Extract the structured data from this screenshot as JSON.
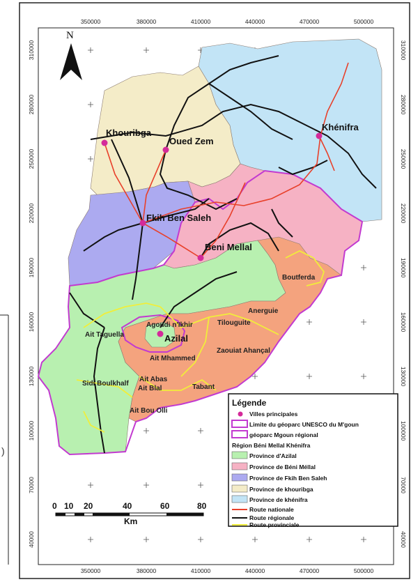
{
  "north_label": "N",
  "top_ticks": [
    "350000",
    "380000",
    "410000",
    "440000",
    "470000",
    "500000"
  ],
  "bottom_ticks": [
    "350000",
    "380000",
    "410000",
    "440000",
    "470000",
    "500000"
  ],
  "left_ticks": [
    "310000",
    "280000",
    "250000",
    "220000",
    "190000",
    "160000",
    "130000",
    "100000",
    "70000",
    "40000"
  ],
  "right_ticks": [
    "310000",
    "280000",
    "250000",
    "220000",
    "190000",
    "160000",
    "130000",
    "100000",
    "70000",
    "40000"
  ],
  "cities": {
    "khouribga": "Khouribga",
    "oued_zem": "Oued Zem",
    "khenifra": "Khénifra",
    "fkih": "Fkih Ben Saleh",
    "beni_mellal": "Beni Mellal",
    "azilal": "Azilal"
  },
  "places": {
    "boutferda": "Boutferda",
    "anerguie": "Anerguie",
    "tilouguite": "Tilouguite",
    "agoudi": "Agoudi n'Ikhir",
    "ait_taguella": "Ait Taguella",
    "zaouiat": "Zaouiat Ahançal",
    "ait_mhammed": "Ait Mhammed",
    "ait_abas": "Ait  Abas",
    "ait_blal": "Ait Blal",
    "sidi_boulkhalf": "Sidi Boulkhalf",
    "tabant": "Tabant",
    "ait_bou_olli": "Ait Bou Olli"
  },
  "scale": {
    "labels": [
      "0",
      "10",
      "20",
      "40",
      "60",
      "80"
    ],
    "unit": "Km"
  },
  "legend": {
    "title": "Légende",
    "villes": "Villes principales",
    "unesco": "Limite du géoparc UNESCO du M'goun",
    "regional": "géoparc Mgoun régional",
    "region": "Région Béni Mellal Khénifra",
    "azilal": "Province d'Azilal",
    "beni_mellal": "Province de Béni Méllal",
    "fkih": "Province de Fkih Ben Saleh",
    "khouribga": "Province de khouribga",
    "khenifra": "Province de khénifra",
    "route_nationale": "Route nationale",
    "route_regionale": "Route régionale",
    "route_provinciale": "Route provinciale"
  },
  "colors": {
    "azilal": "#b8f0b0",
    "mgoun": "#f4a37e",
    "beni_mellal": "#f6b2c4",
    "fkih": "#acaaf0",
    "khouribga": "#f4ecc8",
    "khenifra": "#c2e4f6",
    "route_nationale": "#e8402a",
    "route_regionale": "#111111",
    "route_provinciale": "#f1ee3a",
    "geoparc_boundary": "#c23ad0",
    "city_point": "#d42a9a"
  }
}
